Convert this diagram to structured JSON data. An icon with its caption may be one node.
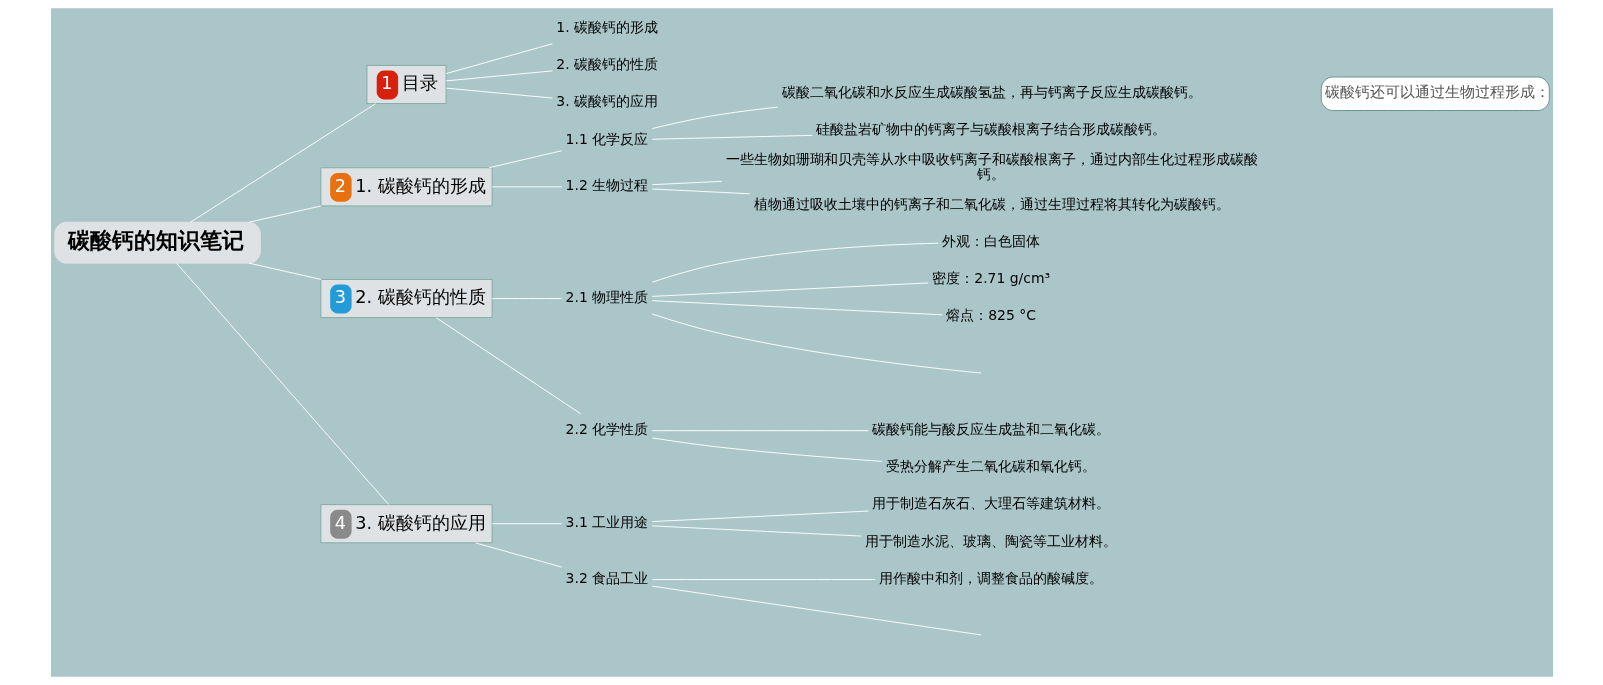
{
  "diagram": {
    "nodes": [
      {
        "text": [
          "碳酸钙的知识笔记"
        ]
      },
      {
        "text": [
          "1",
          "目录"
        ]
      },
      {
        "text": [
          "1. 碳酸钙的形成"
        ]
      },
      {
        "text": [
          "2. 碳酸钙的性质"
        ]
      },
      {
        "text": [
          "3. 碳酸钙的应用"
        ]
      },
      {
        "text": [
          "2",
          "1. 碳酸钙的形成"
        ]
      },
      {
        "text": [
          "1.1 化学反应"
        ]
      },
      {
        "text": [
          "碳酸二氧化碳和水反应生成碳酸氢盐，再与钙离子反应生成碳酸钙。"
        ]
      },
      {
        "text": [
          "硅酸盐岩矿物中的钙离子与碳酸根离子结合形成碳酸钙。"
        ]
      },
      {
        "text": [
          "1.2 生物过程"
        ]
      },
      {
        "text": [
          "一些生物如珊瑚和贝壳等从水中吸收钙离子和碳酸根离子，通过内部生化过程形成碳酸钙。"
        ]
      },
      {
        "text": [
          "植物通过吸收土壤中的钙离子和二氧化碳，通过生理过程将其转化为碳酸钙。"
        ]
      },
      {
        "text": [
          "碳酸钙还可以通过生物过程形成："
        ]
      },
      {
        "text": [
          "3",
          "2. 碳酸钙的性质"
        ]
      },
      {
        "text": [
          "2.1 物理性质"
        ]
      },
      {
        "text": [
          "外观：白色固体"
        ]
      },
      {
        "text": [
          "密度：2.71 g/cm³"
        ]
      },
      {
        "text": [
          "熔点：825 °C"
        ]
      },
      {
        "text": [
          "2.2 化学性质"
        ]
      },
      {
        "text": [
          "碳酸钙能与酸反应生成盐和二氧化碳。"
        ]
      },
      {
        "text": [
          "受热分解产生二氧化碳和氧化钙。"
        ]
      },
      {
        "text": [
          "4",
          "3. 碳酸钙的应用"
        ]
      },
      {
        "text": [
          "3.1 工业用途"
        ]
      },
      {
        "text": [
          "用于制造石灰石、大理石等建筑材料。"
        ]
      },
      {
        "text": [
          "用于制造水泥、玻璃、陶瓷等工业材料。"
        ]
      },
      {
        "text": [
          "3.2 食品工业"
        ]
      },
      {
        "text": [
          "用作酸中和剂，调整食品的酸碱度。"
        ]
      }
    ],
    "edges": [
      {
        "from": 0,
        "to": 1,
        "arrow": "none"
      },
      {
        "from": 1,
        "to": 2,
        "arrow": "none"
      },
      {
        "from": 1,
        "to": 3,
        "arrow": "none"
      },
      {
        "from": 1,
        "to": 4,
        "arrow": "none"
      },
      {
        "from": 0,
        "to": 5,
        "arrow": "none"
      },
      {
        "from": 5,
        "to": 6,
        "arrow": "none"
      },
      {
        "from": 6,
        "to": 7,
        "arrow": "none"
      },
      {
        "from": 6,
        "to": 8,
        "arrow": "none"
      },
      {
        "from": 5,
        "to": 9,
        "arrow": "none"
      },
      {
        "from": 9,
        "to": 10,
        "arrow": "none"
      },
      {
        "from": 9,
        "to": 11,
        "arrow": "none"
      },
      {
        "from": 0,
        "to": 13,
        "arrow": "none"
      },
      {
        "from": 13,
        "to": 14,
        "arrow": "none"
      },
      {
        "from": 14,
        "to": 15,
        "arrow": "none"
      },
      {
        "from": 14,
        "to": 16,
        "arrow": "none"
      },
      {
        "from": 14,
        "to": 17,
        "arrow": "none"
      },
      {
        "from": 14,
        "to": null,
        "arrow": "none"
      },
      {
        "from": 13,
        "to": 18,
        "arrow": "none"
      },
      {
        "from": 18,
        "to": 19,
        "arrow": "none"
      },
      {
        "from": 18,
        "to": 20,
        "arrow": "none"
      },
      {
        "from": 0,
        "to": 21,
        "arrow": "none"
      },
      {
        "from": 21,
        "to": 22,
        "arrow": "none"
      },
      {
        "from": 22,
        "to": 23,
        "arrow": "none"
      },
      {
        "from": 22,
        "to": 24,
        "arrow": "none"
      },
      {
        "from": 21,
        "to": 25,
        "arrow": "none"
      },
      {
        "from": 25,
        "to": 26,
        "arrow": "none"
      },
      {
        "from": 25,
        "to": null,
        "arrow": "none"
      }
    ]
  }
}
